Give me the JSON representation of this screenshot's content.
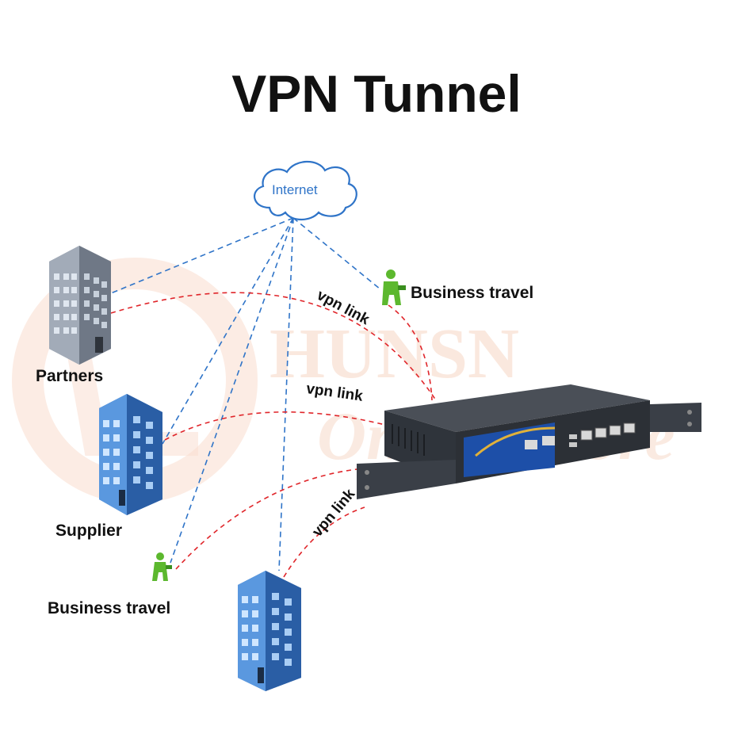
{
  "title": "VPN Tunnel",
  "cloud_label": "Internet",
  "nodes": {
    "partners": "Partners",
    "supplier": "Supplier",
    "business_travel_left": "Business travel",
    "business_travel_right": "Business travel"
  },
  "links": [
    "vpn link",
    "vpn link",
    "vpn link"
  ],
  "watermark": {
    "brand": "HUNSN",
    "store": "Online Store"
  },
  "colors": {
    "internet_line": "#2f74c8",
    "vpn_line": "#e0262b",
    "cloud_outline": "#2f74c8",
    "watermark": "#f6c9ad"
  }
}
